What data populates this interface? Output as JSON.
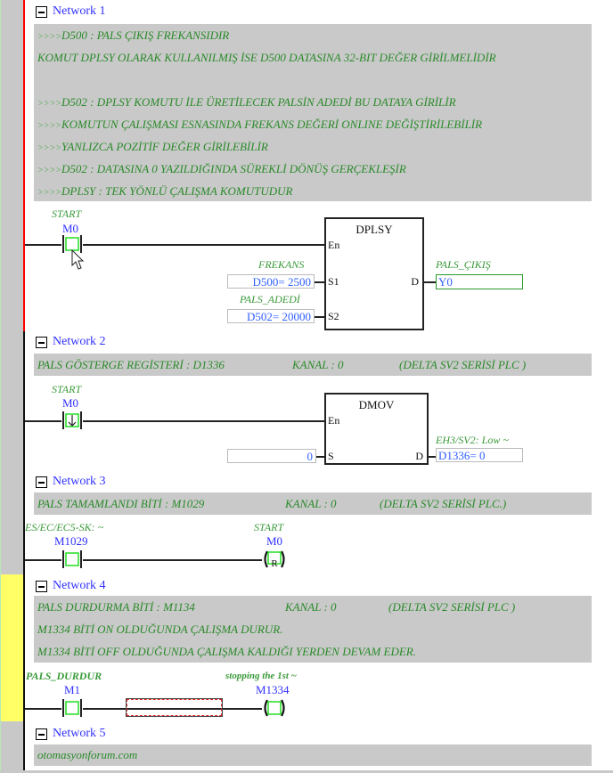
{
  "networks": [
    {
      "title": "Network 1",
      "comments": [
        {
          "prefix": ">>>>",
          "text": "D500 : PALS ÇIKIŞ FREKANSIDIR"
        },
        {
          "prefix": "",
          "text": "KOMUT DPLSY OLARAK KULLANILMIŞ İSE D500 DATASINA 32-BIT DEĞER GİRİLMELİDİR"
        },
        {
          "prefix": "",
          "text": ""
        },
        {
          "prefix": ">>>>",
          "text": "D502 : DPLSY KOMUTU İLE ÜRETİLECEK PALSİN ADEDİ BU DATAYA GİRİLİR"
        },
        {
          "prefix": ">>>>",
          "text": "KOMUTUN ÇALIŞMASI ESNASINDA FREKANS DEĞERİ ONLINE DEĞİŞTİRİLEBİLİR"
        },
        {
          "prefix": ">>>>",
          "text": "YANLIZCA POZİTİF DEĞER GİRİLEBİLİR"
        },
        {
          "prefix": ">>>>",
          "text": "D502 : DATASINA 0 YAZILDIĞINDA SÜREKLİ DÖNÜŞ GERÇEKLEŞİR"
        },
        {
          "prefix": ">>>>",
          "text": "DPLSY : TEK YÖNLÜ ÇALIŞMA KOMUTUDUR"
        }
      ],
      "contact": {
        "label": "START",
        "device": "M0"
      },
      "block": {
        "name": "DPLSY",
        "en": "En",
        "s1": "S1",
        "s2": "S2",
        "d": "D",
        "s1_label": "FREKANS",
        "s1_value": "D500= 2500",
        "s2_label": "PALS_ADEDİ",
        "s2_value": "D502= 20000",
        "d_label": "PALS_ÇIKIŞ",
        "d_value": "Y0"
      }
    },
    {
      "title": "Network 2",
      "comments": [
        {
          "c1": "PALS GÖSTERGE REGİSTERİ : D1336",
          "c2": "KANAL : 0",
          "c3": "(DELTA SV2 SERİSİ PLC )"
        }
      ],
      "contact": {
        "label": "START",
        "device": "M0"
      },
      "block": {
        "name": "DMOV",
        "en": "En",
        "s": "S",
        "d": "D",
        "s_value": "0",
        "d_label": "EH3/SV2: Low ~",
        "d_value": "D1336= 0"
      }
    },
    {
      "title": "Network 3",
      "comments": [
        {
          "c1": "PALS TAMAMLANDI BİTİ : M1029",
          "c2": "KANAL : 0",
          "c3": "(DELTA SV2 SERİSİ PLC.)"
        }
      ],
      "contact": {
        "label": "ES/EC/EC5-SK: ~",
        "device": "M1029"
      },
      "coil": {
        "label": "START",
        "device": "M0",
        "type": "R"
      }
    },
    {
      "title": "Network 4",
      "comments": [
        {
          "c1": "PALS DURDURMA BİTİ  : M1134",
          "c2": "KANAL : 0",
          "c3": "(DELTA SV2 SERİSİ PLC )"
        },
        "M1334 BİTİ ON OLDUĞUNDA ÇALIŞMA DURUR.",
        "M1334 BİTİ OFF OLDUĞUNDA ÇALIŞMA KALDIĞI YERDEN DEVAM EDER."
      ],
      "contact": {
        "label": "PALS_DURDUR",
        "device": "M1"
      },
      "coil": {
        "label": "stopping the 1st ~",
        "device": "M1334"
      }
    },
    {
      "title": "Network 5",
      "comments": [
        "otomasyonforum.com"
      ]
    }
  ],
  "colors": {
    "comment_text": "#2a8a2a",
    "network_title": "#3030ff",
    "active_rail": "#ff0000",
    "selection_gutter": "#ffff66"
  }
}
